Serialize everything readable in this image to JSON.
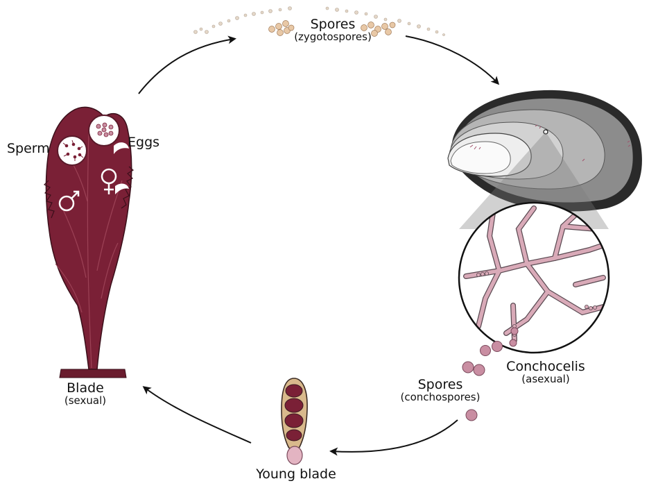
{
  "labels": {
    "spores_top": {
      "title": "Spores",
      "sub": "(zygotospores)"
    },
    "sperm": "Sperm",
    "eggs": "Eggs",
    "blade": {
      "title": "Blade",
      "sub": "(sexual)"
    },
    "conchocelis": {
      "title": "Conchocelis",
      "sub": "(asexual)"
    },
    "spores_bottom": {
      "title": "Spores",
      "sub": "(conchospores)"
    },
    "young_blade": "Young blade"
  },
  "symbols": {
    "male": "male-symbol",
    "female": "female-symbol"
  },
  "colors": {
    "blade": "#7a2036",
    "blade_light": "#a3485c",
    "conchocelis_filament": "#d9aab8",
    "spore_pink": "#c98ea2",
    "shell_dark": "#2a2a2a",
    "shell_gray": "#9c9c9c",
    "young_blade_tan": "#d9b98c",
    "arrow": "#111111"
  }
}
